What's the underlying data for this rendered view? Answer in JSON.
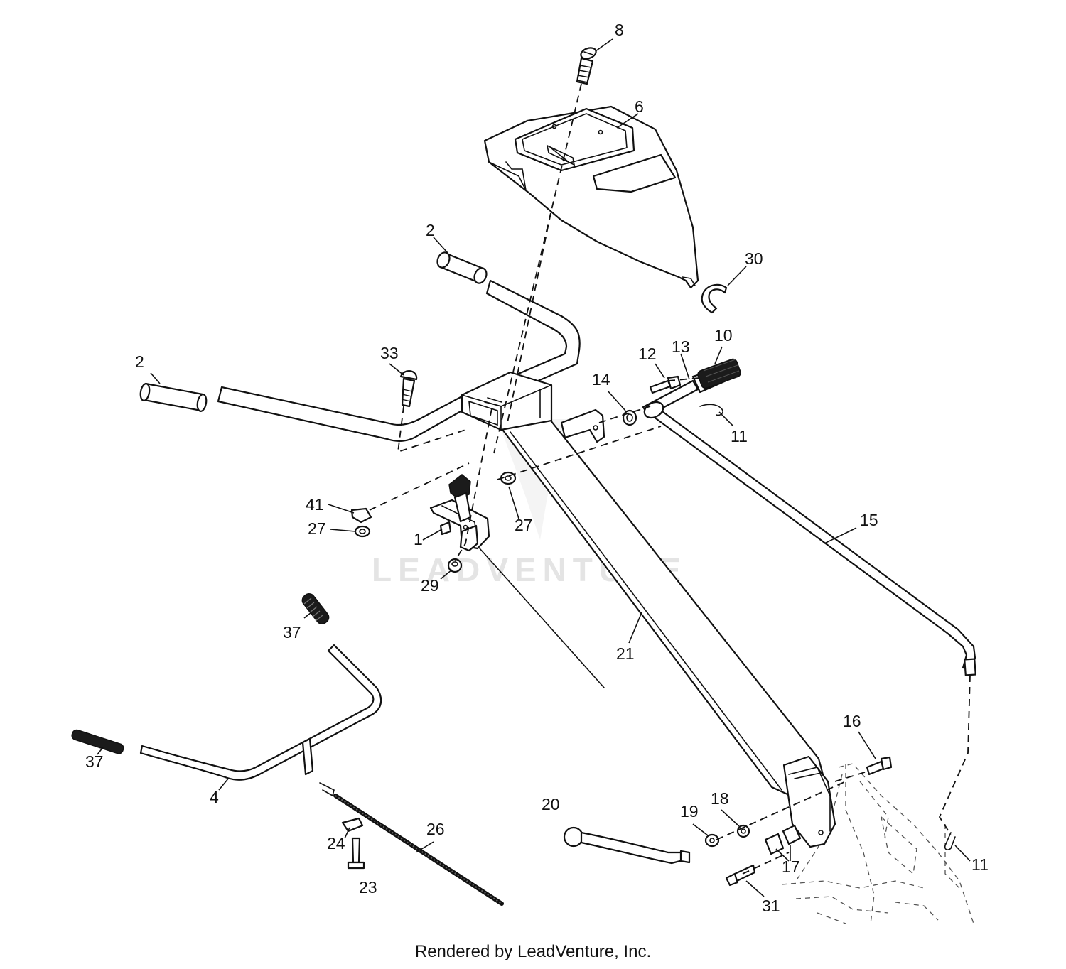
{
  "watermark": {
    "text": "LEADVENTURE"
  },
  "footer": {
    "text": "Rendered by LeadVenture, Inc."
  },
  "callouts": [
    {
      "id": "c8",
      "text": "8"
    },
    {
      "id": "c6",
      "text": "6"
    },
    {
      "id": "c2a",
      "text": "2"
    },
    {
      "id": "c30",
      "text": "30"
    },
    {
      "id": "c2b",
      "text": "2"
    },
    {
      "id": "c33",
      "text": "33"
    },
    {
      "id": "c12",
      "text": "12"
    },
    {
      "id": "c13",
      "text": "13"
    },
    {
      "id": "c10",
      "text": "10"
    },
    {
      "id": "c14",
      "text": "14"
    },
    {
      "id": "c11a",
      "text": "11"
    },
    {
      "id": "c41",
      "text": "41"
    },
    {
      "id": "c27a",
      "text": "27"
    },
    {
      "id": "c27b",
      "text": "27"
    },
    {
      "id": "c1",
      "text": "1"
    },
    {
      "id": "c29",
      "text": "29"
    },
    {
      "id": "c15",
      "text": "15"
    },
    {
      "id": "c37a",
      "text": "37"
    },
    {
      "id": "c21",
      "text": "21"
    },
    {
      "id": "c37b",
      "text": "37"
    },
    {
      "id": "c4",
      "text": "4"
    },
    {
      "id": "c16",
      "text": "16"
    },
    {
      "id": "c20",
      "text": "20"
    },
    {
      "id": "c18",
      "text": "18"
    },
    {
      "id": "c19",
      "text": "19"
    },
    {
      "id": "c26",
      "text": "26"
    },
    {
      "id": "c24",
      "text": "24"
    },
    {
      "id": "c17",
      "text": "17"
    },
    {
      "id": "c11b",
      "text": "11"
    },
    {
      "id": "c23",
      "text": "23"
    },
    {
      "id": "c31",
      "text": "31"
    }
  ]
}
